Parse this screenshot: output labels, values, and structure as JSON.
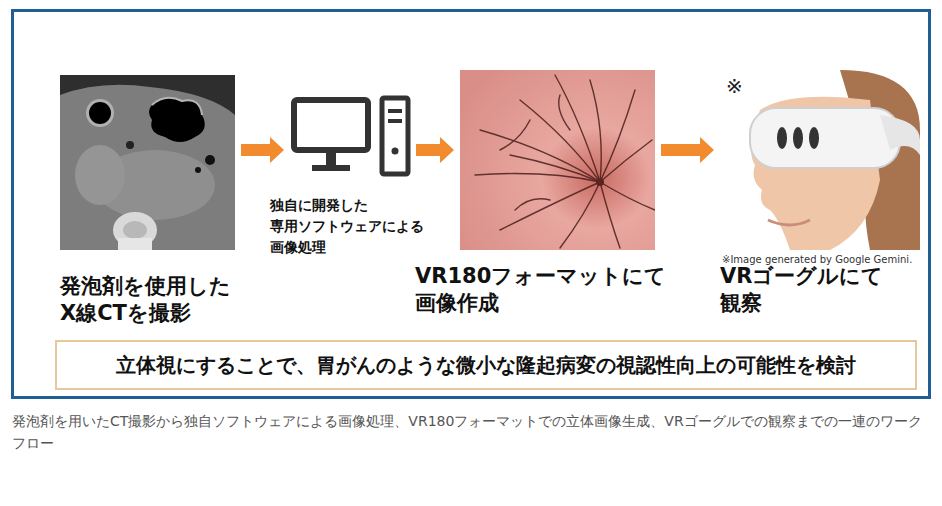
{
  "diagram": {
    "caption": "発泡剤を用いたCT撮影から独自ソフトウェアによる画像処理、VR180フォーマットでの立体画像生成、VRゴーグルでの観察までの一連のワークフロー",
    "nodes": [
      {
        "text": [
          "発泡剤を使用した X線CTを撮影"
        ]
      },
      {
        "text": [
          "独自に開発した 専用ソフトウェアによる 画像処理"
        ]
      },
      {
        "text": [
          "VR180フォーマットにて 画像作成"
        ]
      },
      {
        "text": [
          "VRゴーグルにて 観察"
        ]
      },
      {
        "text": [
          "立体視にすることで、胃がんのような微小な隆起病変の視認性向上の可能性を検討"
        ]
      }
    ],
    "edges": [
      {
        "from": 0,
        "to": 1,
        "arrow": "to"
      },
      {
        "from": 1,
        "to": 2,
        "arrow": "to"
      },
      {
        "from": 2,
        "to": 3,
        "arrow": "to"
      }
    ],
    "labels": [
      "※",
      "※Image generated by Google Gemini."
    ]
  }
}
